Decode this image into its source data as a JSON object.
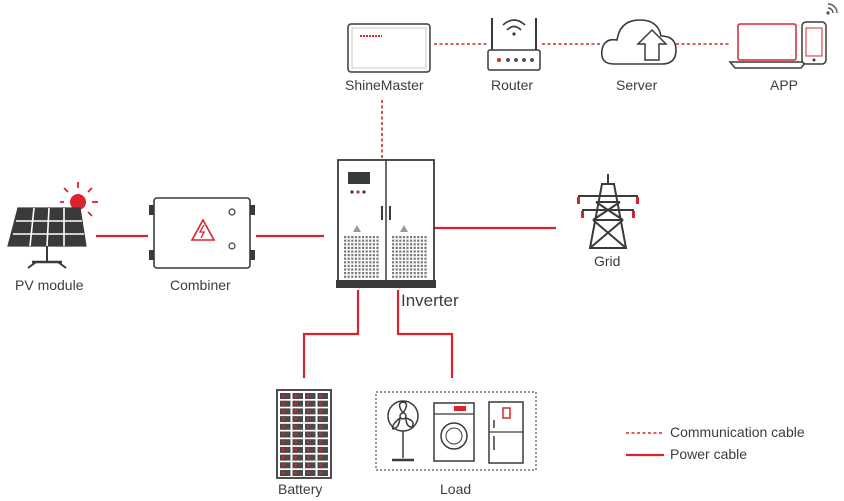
{
  "labels": {
    "shinemaster": "ShineMaster",
    "router": "Router",
    "server": "Server",
    "app": "APP",
    "pv_module": "PV module",
    "combiner": "Combiner",
    "inverter": "Inverter",
    "grid": "Grid",
    "battery": "Battery",
    "load": "Load"
  },
  "legend": {
    "communication": "Communication cable",
    "power": "Power cable"
  },
  "colors": {
    "accent": "#d9232e",
    "device_stroke": "#3a3a3a",
    "text": "#3c3c3c"
  }
}
